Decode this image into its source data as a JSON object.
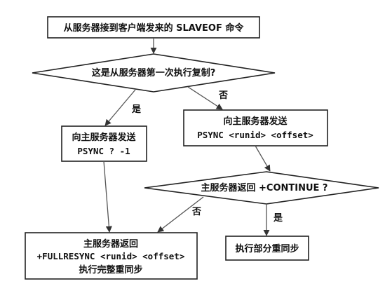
{
  "nodes": {
    "start": "从服务器接到客户端发来的 SLAVEOF 命令",
    "first_sync_question": "这是从服务器第一次执行复制?",
    "send_full_line1": "向主服务器发送",
    "send_full_line2": "PSYNC ? -1",
    "send_partial_line1": "向主服务器发送",
    "send_partial_line2": "PSYNC <runid> <offset>",
    "continue_question": "主服务器返回 +CONTINUE ?",
    "full_resync_line1": "主服务器返回",
    "full_resync_line2": "+FULLRESYNC <runid> <offset>",
    "full_resync_line3": "执行完整重同步",
    "partial_resync": "执行部分重同步"
  },
  "edge_labels": {
    "yes_first": "是",
    "no_first": "否",
    "no_continue": "否",
    "yes_continue": "是"
  }
}
